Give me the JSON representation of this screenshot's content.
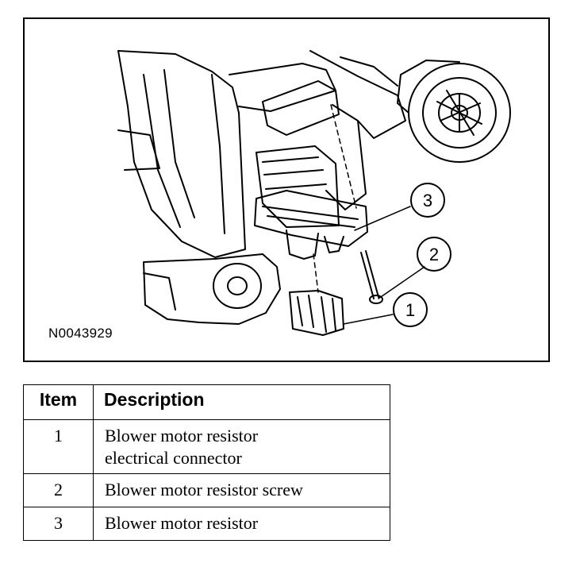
{
  "figure": {
    "id_label": "N0043929",
    "callouts": [
      "3",
      "2",
      "1"
    ]
  },
  "legend": {
    "headers": {
      "item": "Item",
      "description": "Description"
    },
    "rows": [
      {
        "item": "1",
        "lines": [
          "Blower motor resistor",
          "electrical connector"
        ]
      },
      {
        "item": "2",
        "lines": [
          "Blower motor resistor screw"
        ]
      },
      {
        "item": "3",
        "lines": [
          "Blower motor resistor"
        ]
      }
    ]
  }
}
